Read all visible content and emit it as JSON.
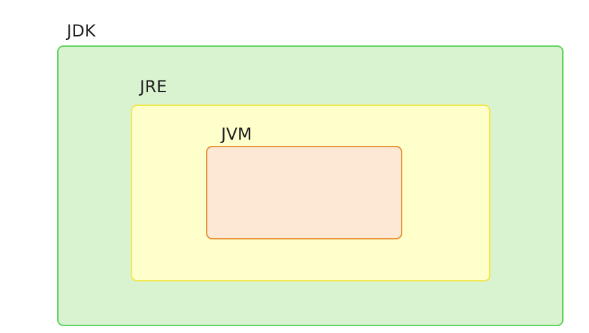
{
  "diagram": {
    "type": "nested-containment",
    "title": "JDK / JRE / JVM containment diagram",
    "background_color": "#ffffff",
    "label_color": "#1f1f1f",
    "layers": [
      {
        "id": "jdk",
        "label": "JDK",
        "level": 0,
        "fill_color": "#d9f2d0",
        "border_color": "#5fd35f",
        "contains": "JRE"
      },
      {
        "id": "jre",
        "label": "JRE",
        "level": 1,
        "fill_color": "#ffffcc",
        "border_color": "#f2e84c",
        "contains": "JVM"
      },
      {
        "id": "jvm",
        "label": "JVM",
        "level": 2,
        "fill_color": "#fce8d5",
        "border_color": "#e8943a",
        "contains": ""
      }
    ]
  }
}
